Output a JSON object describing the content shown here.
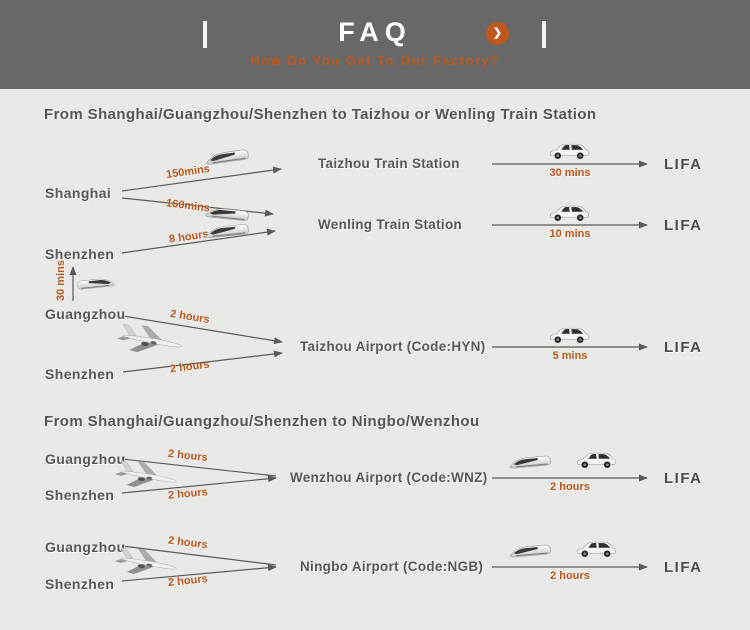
{
  "colors": {
    "header_bg": "#686868",
    "body_bg": "#e9e9e7",
    "accent": "#c0571c"
  },
  "header": {
    "title": "FAQ",
    "bullet": "❯",
    "subtitle": "How Do You Get To Our Factory?"
  },
  "section1": {
    "title": "From Shanghai/Guangzhou/Shenzhen to Taizhou or Wenling Train Station",
    "origins": {
      "shanghai": "Shanghai",
      "shenzhen_top": "Shenzhen",
      "guangzhou": "Guangzhou",
      "shenzhen_bottom": "Shenzhen"
    },
    "routes": {
      "shanghai_taizhou": "150mins",
      "shanghai_wenling": "160mins",
      "shenzhen_wenling": "8 hours",
      "shenzhen_guangzhou": "30 mins",
      "guangzhou_taizhou_air": "2 hours",
      "shenzhen_taizhou_air": "2 hours"
    },
    "destinations": {
      "taizhou_station": "Taizhou Train Station",
      "wenling_station": "Wenling Train Station",
      "taizhou_airport": "Taizhou Airport (Code:HYN)"
    },
    "transfers": {
      "taizhou_station_lifa": "30 mins",
      "wenling_station_lifa": "10 mins",
      "taizhou_airport_lifa": "5 mins"
    },
    "lifa": "LIFA"
  },
  "section2": {
    "title": "From Shanghai/Guangzhou/Shenzhen to Ningbo/Wenzhou",
    "origins": {
      "guangzhou_w": "Guangzhou",
      "shenzhen_w": "Shenzhen",
      "guangzhou_n": "Guangzhou",
      "shenzhen_n": "Shenzhen"
    },
    "routes": {
      "guangzhou_wenzhou": "2 hours",
      "shenzhen_wenzhou": "2 hours",
      "guangzhou_ningbo": "2 hours",
      "shenzhen_ningbo": "2 hours"
    },
    "destinations": {
      "wenzhou_airport": "Wenzhou Airport (Code:WNZ)",
      "ningbo_airport": "Ningbo Airport (Code:NGB)"
    },
    "transfers": {
      "wenzhou_lifa": "2 hours",
      "ningbo_lifa": "2 hours"
    },
    "lifa": "LIFA"
  }
}
